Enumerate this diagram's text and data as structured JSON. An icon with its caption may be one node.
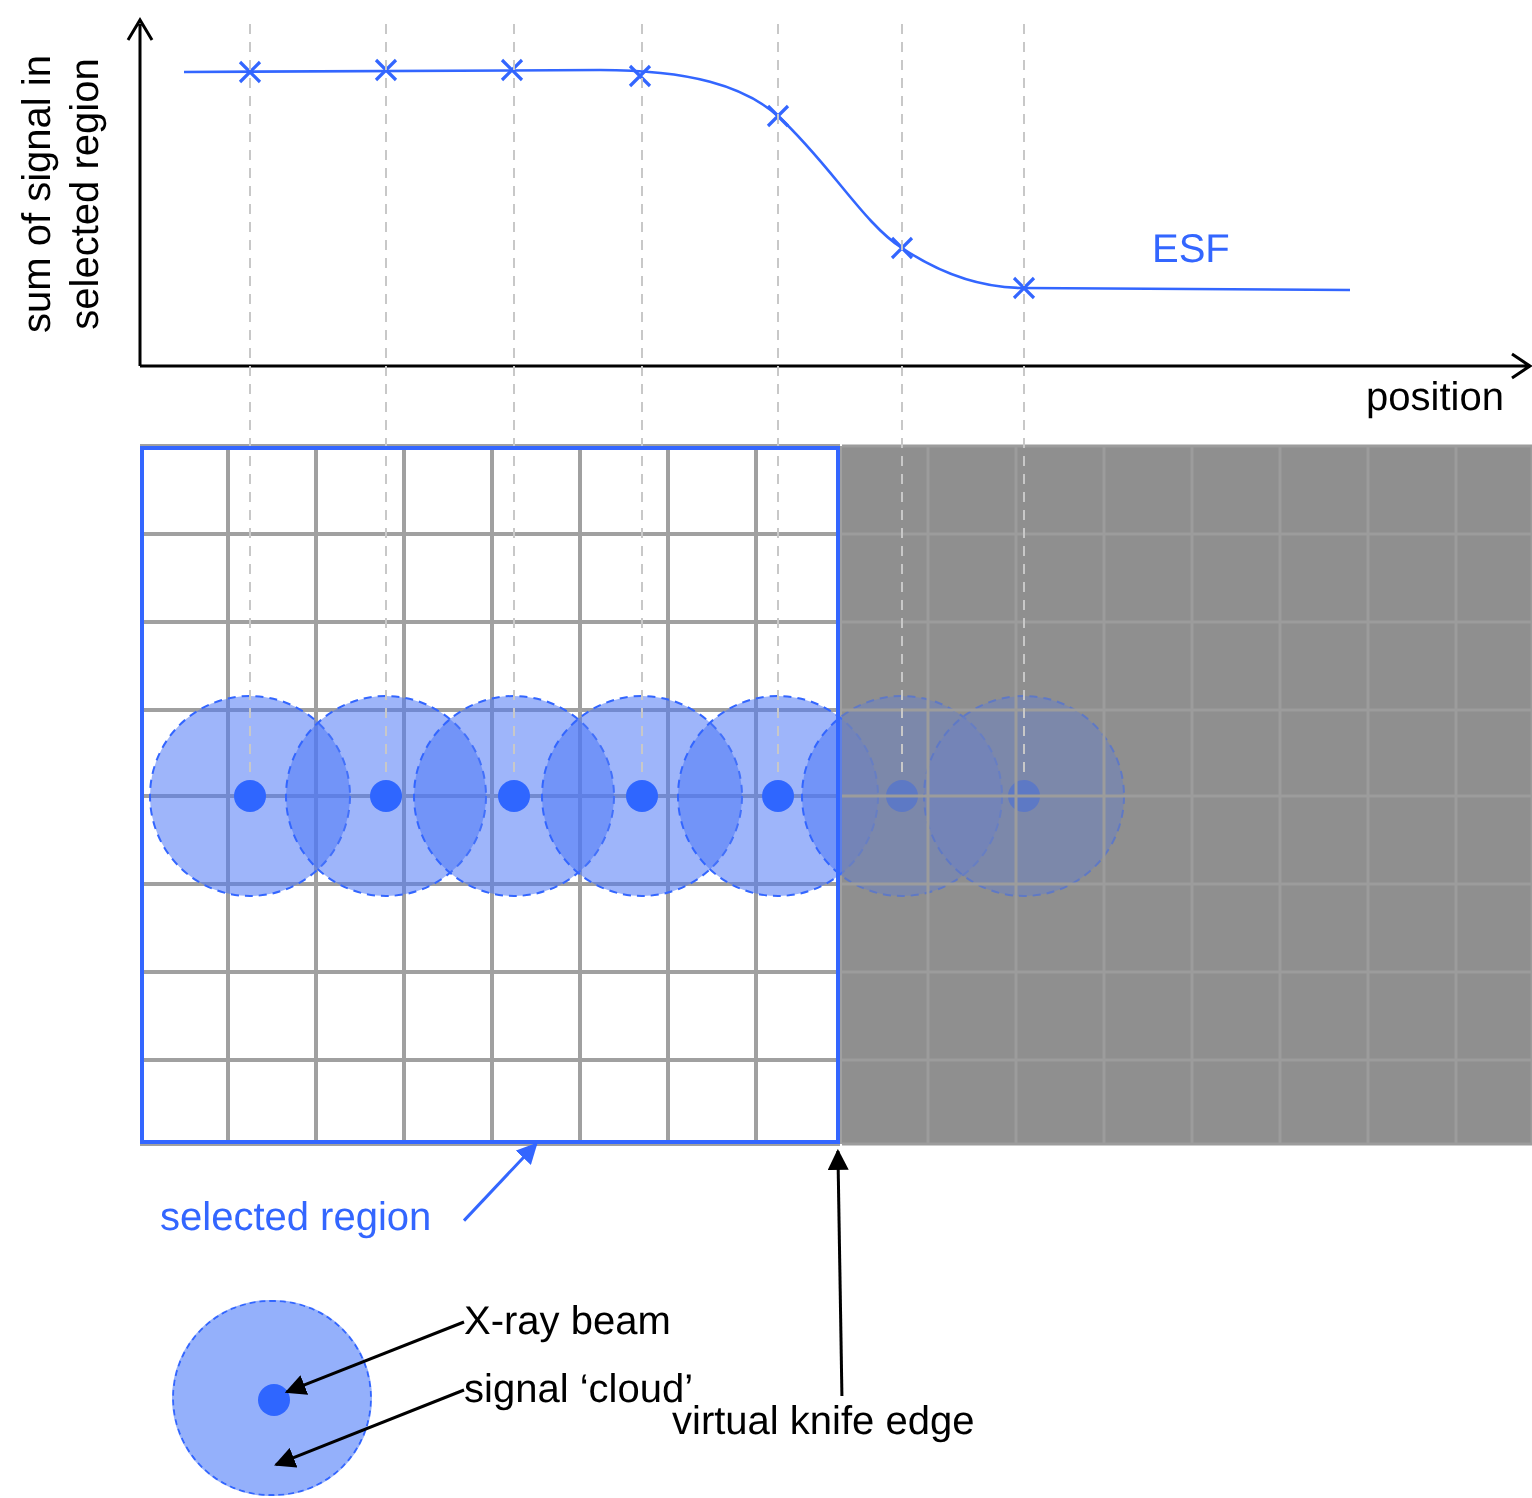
{
  "diagram": {
    "nodes": [
      {
        "text": [
          "selected region"
        ]
      },
      {
        "text": [],
        "shape": "box"
      },
      {
        "text": [
          "virtual knife edge"
        ]
      },
      {
        "text": [
          "X-ray beam"
        ]
      },
      {
        "text": [
          "signal ‘cloud’"
        ]
      },
      {
        "text": [],
        "shape": "circle"
      },
      {
        "text": [],
        "shape": "circle",
        "in": 5
      }
    ],
    "edges": [
      {
        "from": 0,
        "to": 1,
        "arrow": "to",
        "color": "#3366ff"
      },
      {
        "from": 2,
        "to": 1,
        "arrow": "to"
      },
      {
        "from": 3,
        "to": 6,
        "arrow": "to"
      },
      {
        "from": 4,
        "to": 5,
        "arrow": "to"
      }
    ],
    "labels": [
      "sum of signal in selected region",
      "ESF",
      "position"
    ]
  }
}
